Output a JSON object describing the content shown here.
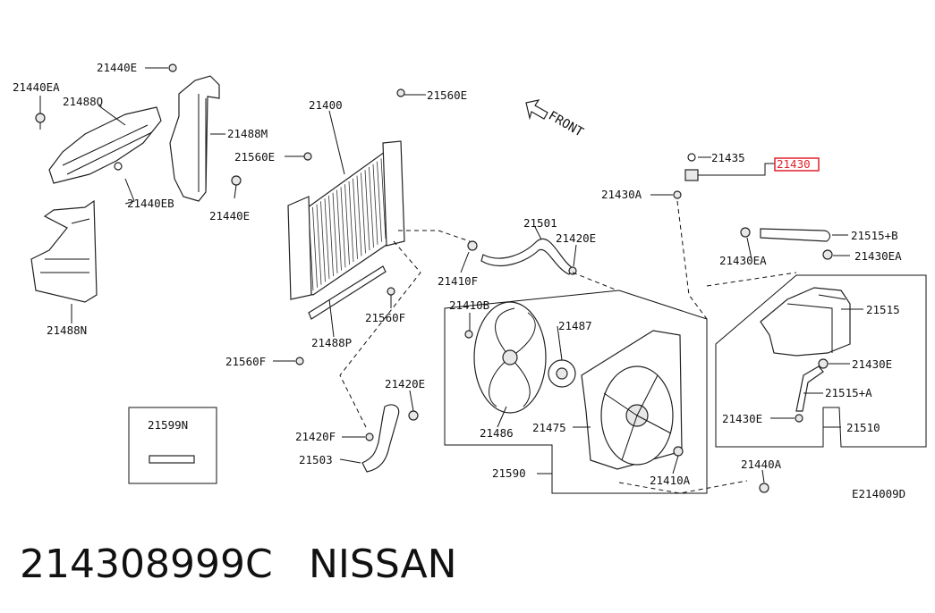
{
  "diagram": {
    "labels": {
      "p21440E_top": "21440E",
      "p21440EA_left": "21440EA",
      "p21488Q": "21488Q",
      "p21488M": "21488M",
      "p21560E_left": "21560E",
      "p21440E_mid": "21440E",
      "p21440EB": "21440EB",
      "p21488N": "21488N",
      "p21400": "21400",
      "p21560E_top": "21560E",
      "p21560F_mid": "21560F",
      "p21488P": "21488P",
      "p21560F_low": "21560F",
      "p21501": "21501",
      "p21420E_mid": "21420E",
      "p21410F": "21410F",
      "p21435": "21435",
      "p21430": "21430",
      "p21430A": "21430A",
      "p21515B": "21515+B",
      "p21430EA_left": "21430EA",
      "p21430EA_right": "21430EA",
      "p21515": "21515",
      "p21430E_right": "21430E",
      "p21515A": "21515+A",
      "p21430E_low": "21430E",
      "p21510": "21510",
      "p21410B": "21410B",
      "p21487": "21487",
      "p21486": "21486",
      "p21475": "21475",
      "p21590": "21590",
      "p21410A": "21410A",
      "p21440A": "21440A",
      "p21420E_low": "21420E",
      "p21420F": "21420F",
      "p21503": "21503",
      "p21599N": "21599N",
      "front": "FRONT",
      "ref": "E214009D"
    },
    "highlight_color": "#e0202a"
  },
  "footer": {
    "part_number": "214308999C",
    "brand": "NISSAN"
  }
}
